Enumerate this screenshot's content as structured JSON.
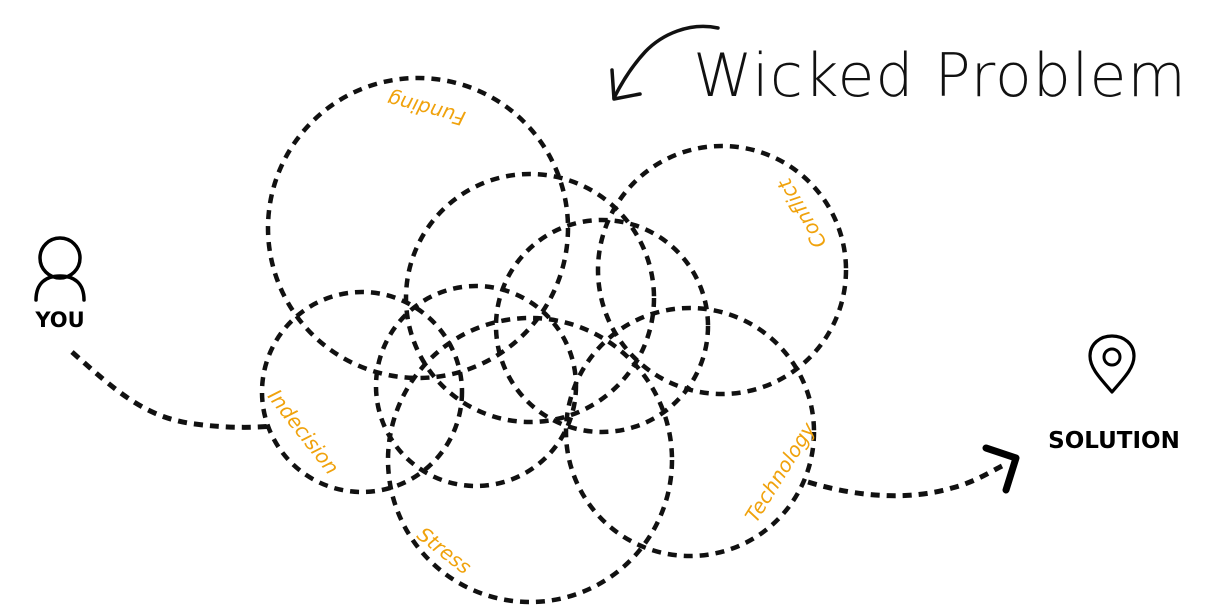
{
  "title": "Wicked Problem",
  "start_label": "YOU",
  "end_label": "SOLUTION",
  "factors": {
    "funding": "Funding",
    "conflict": "Conflict",
    "indecision": "Indecision",
    "technology": "Technology",
    "stress": "Stress"
  },
  "icons": {
    "start": "person-icon",
    "end": "location-pin-icon",
    "title_pointer": "curved-arrow-icon"
  },
  "colors": {
    "ink": "#111111",
    "factor_text": "#f0a20c",
    "background": "#ffffff"
  }
}
